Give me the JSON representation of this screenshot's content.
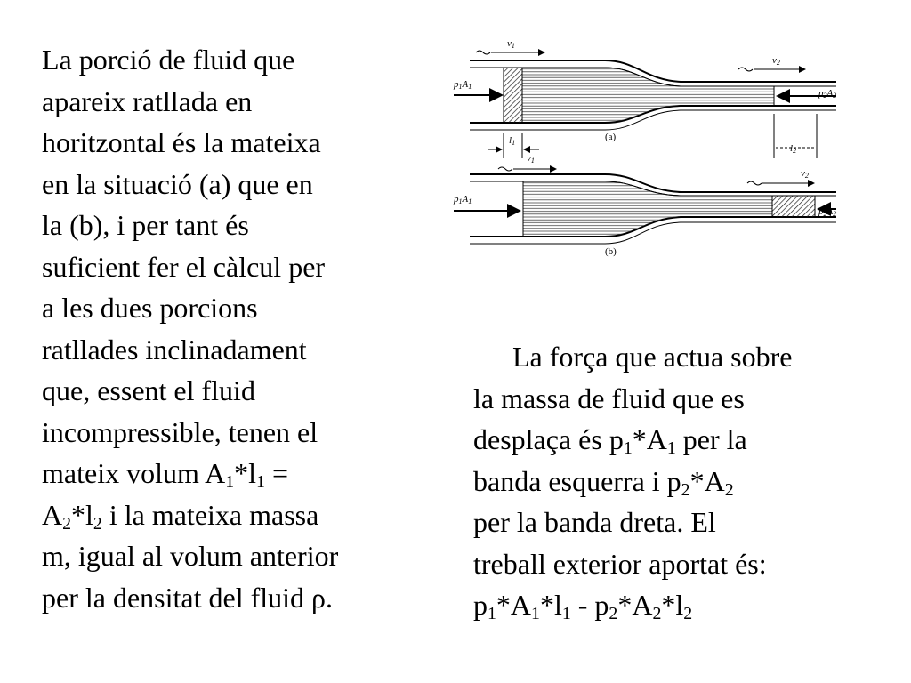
{
  "left_paragraph": {
    "l1": "La porció de fluid que",
    "l2": "apareix ratllada en",
    "l3": "horitzontal és la mateixa",
    "l4": "en la situació (a) que en",
    "l5": "la (b), i per tant és",
    "l6": "suficient fer el càlcul per",
    "l7": "a les dues porcions",
    "l8": "ratllades inclinadament",
    "l9": "que, essent el fluid",
    "l10": "incompressible, tenen el",
    "l11a": "mateix volum  A",
    "l11b": "*l",
    "l11c": " =",
    "l12a": "A",
    "l12b": "*l",
    "l12c": "  i la mateixa massa",
    "l13": "m, igual al volum anterior",
    "l14": "per la densitat del fluid ρ."
  },
  "right_paragraph": {
    "r1": "La força que actua sobre",
    "r2": "la massa de fluid que es",
    "r3a": "desplaça és  p",
    "r3b": "*A",
    "r3c": "  per la",
    "r4a": "banda esquerra i  p",
    "r4b": "*A",
    "r5": "per la banda dreta. El",
    "r6": "treball exterior aportat és:",
    "r7a": "p",
    "r7b": "*A",
    "r7c": "*l",
    "r7d": " - p",
    "r7e": "*A",
    "r7f": "*l"
  },
  "subscripts": {
    "one": "1",
    "two": "2"
  },
  "diagram": {
    "label_a": "(a)",
    "label_b": "(b)",
    "v1": "v",
    "v2": "v",
    "p1A1": "p",
    "p2A2": "p",
    "A": "A",
    "l": "l"
  }
}
